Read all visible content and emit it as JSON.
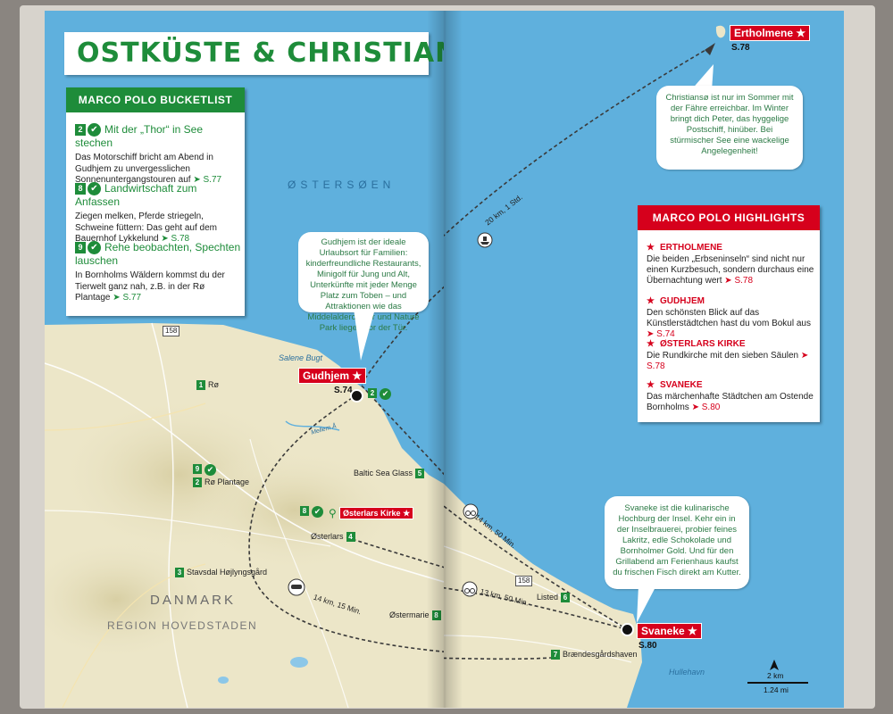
{
  "title": "OSTKÜSTE & CHRISTIANSØ",
  "bucketlist": {
    "heading": "MARCO POLO BUCKETLIST",
    "items": [
      {
        "num": "2",
        "title": "Mit der „Thor“ in See stechen",
        "text": "Das Motorschiff bricht am Abend in Gudhjem zu unvergesslichen Sonnenuntergangstouren auf",
        "ref": "S.77"
      },
      {
        "num": "8",
        "title": "Landwirtschaft zum Anfassen",
        "text": "Ziegen melken, Pferde striegeln, Schweine füttern: Das geht auf dem Bauernhof Lykkelund",
        "ref": "S.78"
      },
      {
        "num": "9",
        "title": "Rehe beobachten, Spechten lauschen",
        "text": "In Bornholms Wäldern kommst du der Tierwelt ganz nah, z.B. in der Rø Plantage",
        "ref": "S.77"
      }
    ]
  },
  "highlights": {
    "heading": "MARCO POLO HIGHLIGHTS",
    "items": [
      {
        "title": "ERTHOLMENE",
        "text": "Die beiden „Erbseninseln“ sind nicht nur einen Kurzbesuch, sondern durchaus eine Übernachtung wert",
        "ref": "S.78"
      },
      {
        "title": "GUDHJEM",
        "text": "Den schönsten Blick auf das Künstlerstädtchen hast du vom Bokul aus",
        "ref": "S.74"
      },
      {
        "title": "ØSTERLARS KIRKE",
        "text": "Die Rundkirche mit den sieben Säulen",
        "ref": "S.78"
      },
      {
        "title": "SVANEKE",
        "text": "Das märchenhafte Städtchen am Ostende Bornholms",
        "ref": "S.80"
      }
    ]
  },
  "bubbles": {
    "gudhjem": "Gudhjem ist der ideale Urlaubsort für Familien: kinderfreundliche Restaurants, Minigolf für Jung und Alt, Unterkünfte mit jeder Menge Platz zum Toben – und Attraktionen wie das Middelaldercenter und Nature Park liegen vor der Tür.",
    "christianso": "Christiansø ist nur im Sommer mit der Fähre erreichbar. Im Winter bringt dich Peter, das hyggelige Postschiff, hinüber. Bei stürmischer See eine wackelige Angelegenheit!",
    "svaneke": "Svaneke ist die kulinarische Hochburg der Insel. Kehr ein in der Inselbrauerei, probier feines Lakritz, edle Schokolade und Bornholmer Gold. Und für den Grillabend am Ferienhaus kaufst du frischen Fisch direkt am Kutter."
  },
  "places": {
    "ertholmene": {
      "name": "Ertholmene",
      "ref": "S.78"
    },
    "gudhjem": {
      "name": "Gudhjem",
      "ref": "S.74"
    },
    "svaneke": {
      "name": "Svaneke",
      "ref": "S.80"
    },
    "osterlars_kirke": {
      "name": "Østerlars Kirke"
    }
  },
  "pois": [
    {
      "num": "1",
      "name": "Rø"
    },
    {
      "num": "2",
      "name": "Rø Plantage"
    },
    {
      "num": "3",
      "name": "Stavsdal Højlyngsgård"
    },
    {
      "num": "4",
      "name": "Østerlars"
    },
    {
      "num": "5",
      "name": "Baltic Sea Glass"
    },
    {
      "num": "6",
      "name": "Listed"
    },
    {
      "num": "7",
      "name": "Brændesgårdshaven"
    },
    {
      "num": "8",
      "name": "Østermarie"
    }
  ],
  "badges": {
    "gudhjem": "2",
    "ro_plantage": "9",
    "osterlars": "8"
  },
  "road_number": "158",
  "routes": {
    "ferry": "20 km, 1 Std.",
    "bike_coast": "14 km, 50 Min.",
    "bike_inland": "13 km, 50 Min.",
    "car": "14 km, 15 Min."
  },
  "labels": {
    "sea": "ØSTERSØEN",
    "bay": "Salene Bugt",
    "stream": "Mellem Å",
    "country": "DANMARK",
    "region": "REGION HOVEDSTADEN",
    "hullehavn": "Hullehavn"
  },
  "scale": {
    "km": "2 km",
    "mi": "1.24 mi"
  },
  "colors": {
    "green": "#1e8c3a",
    "red": "#d6001c",
    "sea": "#5fb0dd",
    "land": "#ece6c8"
  }
}
